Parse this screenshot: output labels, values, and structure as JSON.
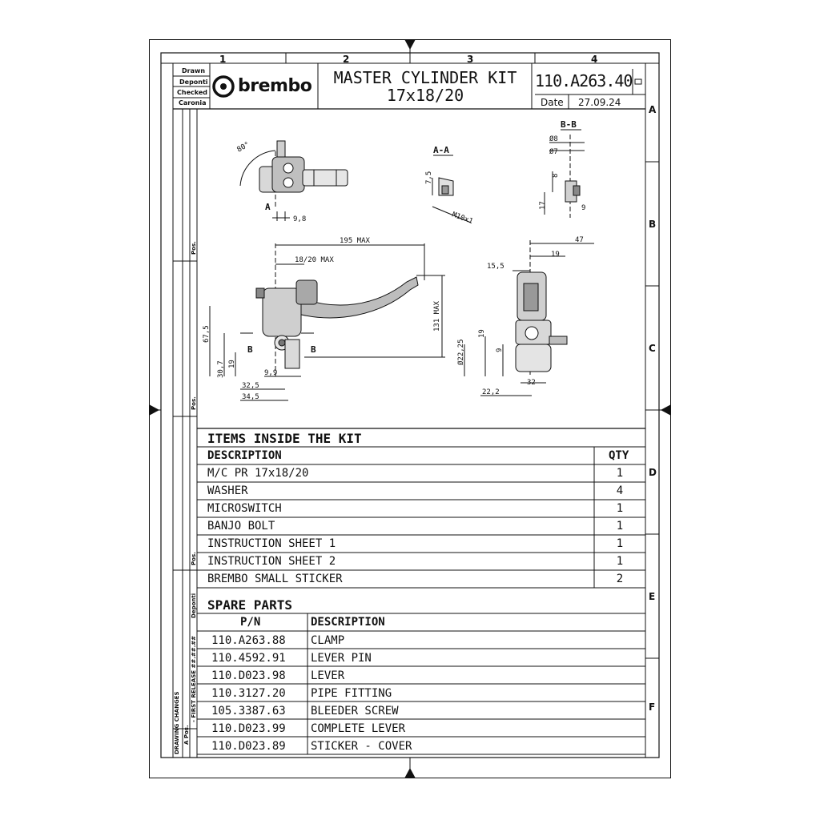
{
  "sheet": {
    "column_numbers": [
      "1",
      "2",
      "3",
      "4"
    ],
    "row_letters": [
      "A",
      "B",
      "C",
      "D",
      "E",
      "F"
    ]
  },
  "title_block": {
    "roles": [
      "Drawn",
      "Deponti",
      "Checked",
      "Caronia"
    ],
    "brand": "brembo",
    "title_line1": "MASTER CYLINDER KIT",
    "title_line2": "17x18/20",
    "part_number": "110.A263.40",
    "revision_box": "",
    "date_label": "Date",
    "date_value": "27.09.24"
  },
  "drawing": {
    "labels": {
      "angle": "80°",
      "view_a": "A",
      "section_aa": "A-A",
      "section_bb": "B-B",
      "cut_b": "B"
    },
    "dimensions": {
      "d_9_8": "9,8",
      "d_7_5": "7,5",
      "d_m10": "M10x1",
      "d_phi8": "Ø8",
      "d_phi7": "Ø7",
      "d_8": "8",
      "d_17": "17",
      "d_9": "9",
      "d_195": "195 MAX",
      "d_18_20": "18/20 MAX",
      "d_131": "131 MAX",
      "d_67_5": "67,5",
      "d_30_7": "30,7",
      "d_19": "19",
      "d_9_9": "9,9",
      "d_32_5": "32,5",
      "d_34_5": "34,5",
      "d_47": "47",
      "d_15_5": "15,5",
      "d_19b": "19",
      "d_phi22_25": "Ø22,25",
      "d_19c": "19",
      "d_9b": "9",
      "d_32": "32",
      "d_22_2": "22,2"
    }
  },
  "side_strip": {
    "pos": "Pos.",
    "deponti": "Deponti",
    "first_release": "- FIRST RELEASE ##.##.##",
    "a_pos": "A Pos.",
    "drawing_changes": "DRAWING CHANGES"
  },
  "items_in_kit": {
    "heading": "ITEMS INSIDE THE KIT",
    "col_description": "DESCRIPTION",
    "col_qty": "QTY",
    "rows": [
      {
        "description": "M/C PR 17x18/20",
        "qty": "1"
      },
      {
        "description": "WASHER",
        "qty": "4"
      },
      {
        "description": "MICROSWITCH",
        "qty": "1"
      },
      {
        "description": "BANJO BOLT",
        "qty": "1"
      },
      {
        "description": "INSTRUCTION SHEET 1",
        "qty": "1"
      },
      {
        "description": "INSTRUCTION SHEET 2",
        "qty": "1"
      },
      {
        "description": "BREMBO SMALL STICKER",
        "qty": "2"
      }
    ]
  },
  "spare_parts": {
    "heading": "SPARE PARTS",
    "col_pn": "P/N",
    "col_description": "DESCRIPTION",
    "rows": [
      {
        "pn": "110.A263.88",
        "description": "CLAMP"
      },
      {
        "pn": "110.4592.91",
        "description": "LEVER PIN"
      },
      {
        "pn": "110.D023.98",
        "description": "LEVER"
      },
      {
        "pn": "110.3127.20",
        "description": "PIPE FITTING"
      },
      {
        "pn": "105.3387.63",
        "description": "BLEEDER SCREW"
      },
      {
        "pn": "110.D023.99",
        "description": "COMPLETE LEVER"
      },
      {
        "pn": "110.D023.89",
        "description": "STICKER - COVER"
      }
    ]
  }
}
